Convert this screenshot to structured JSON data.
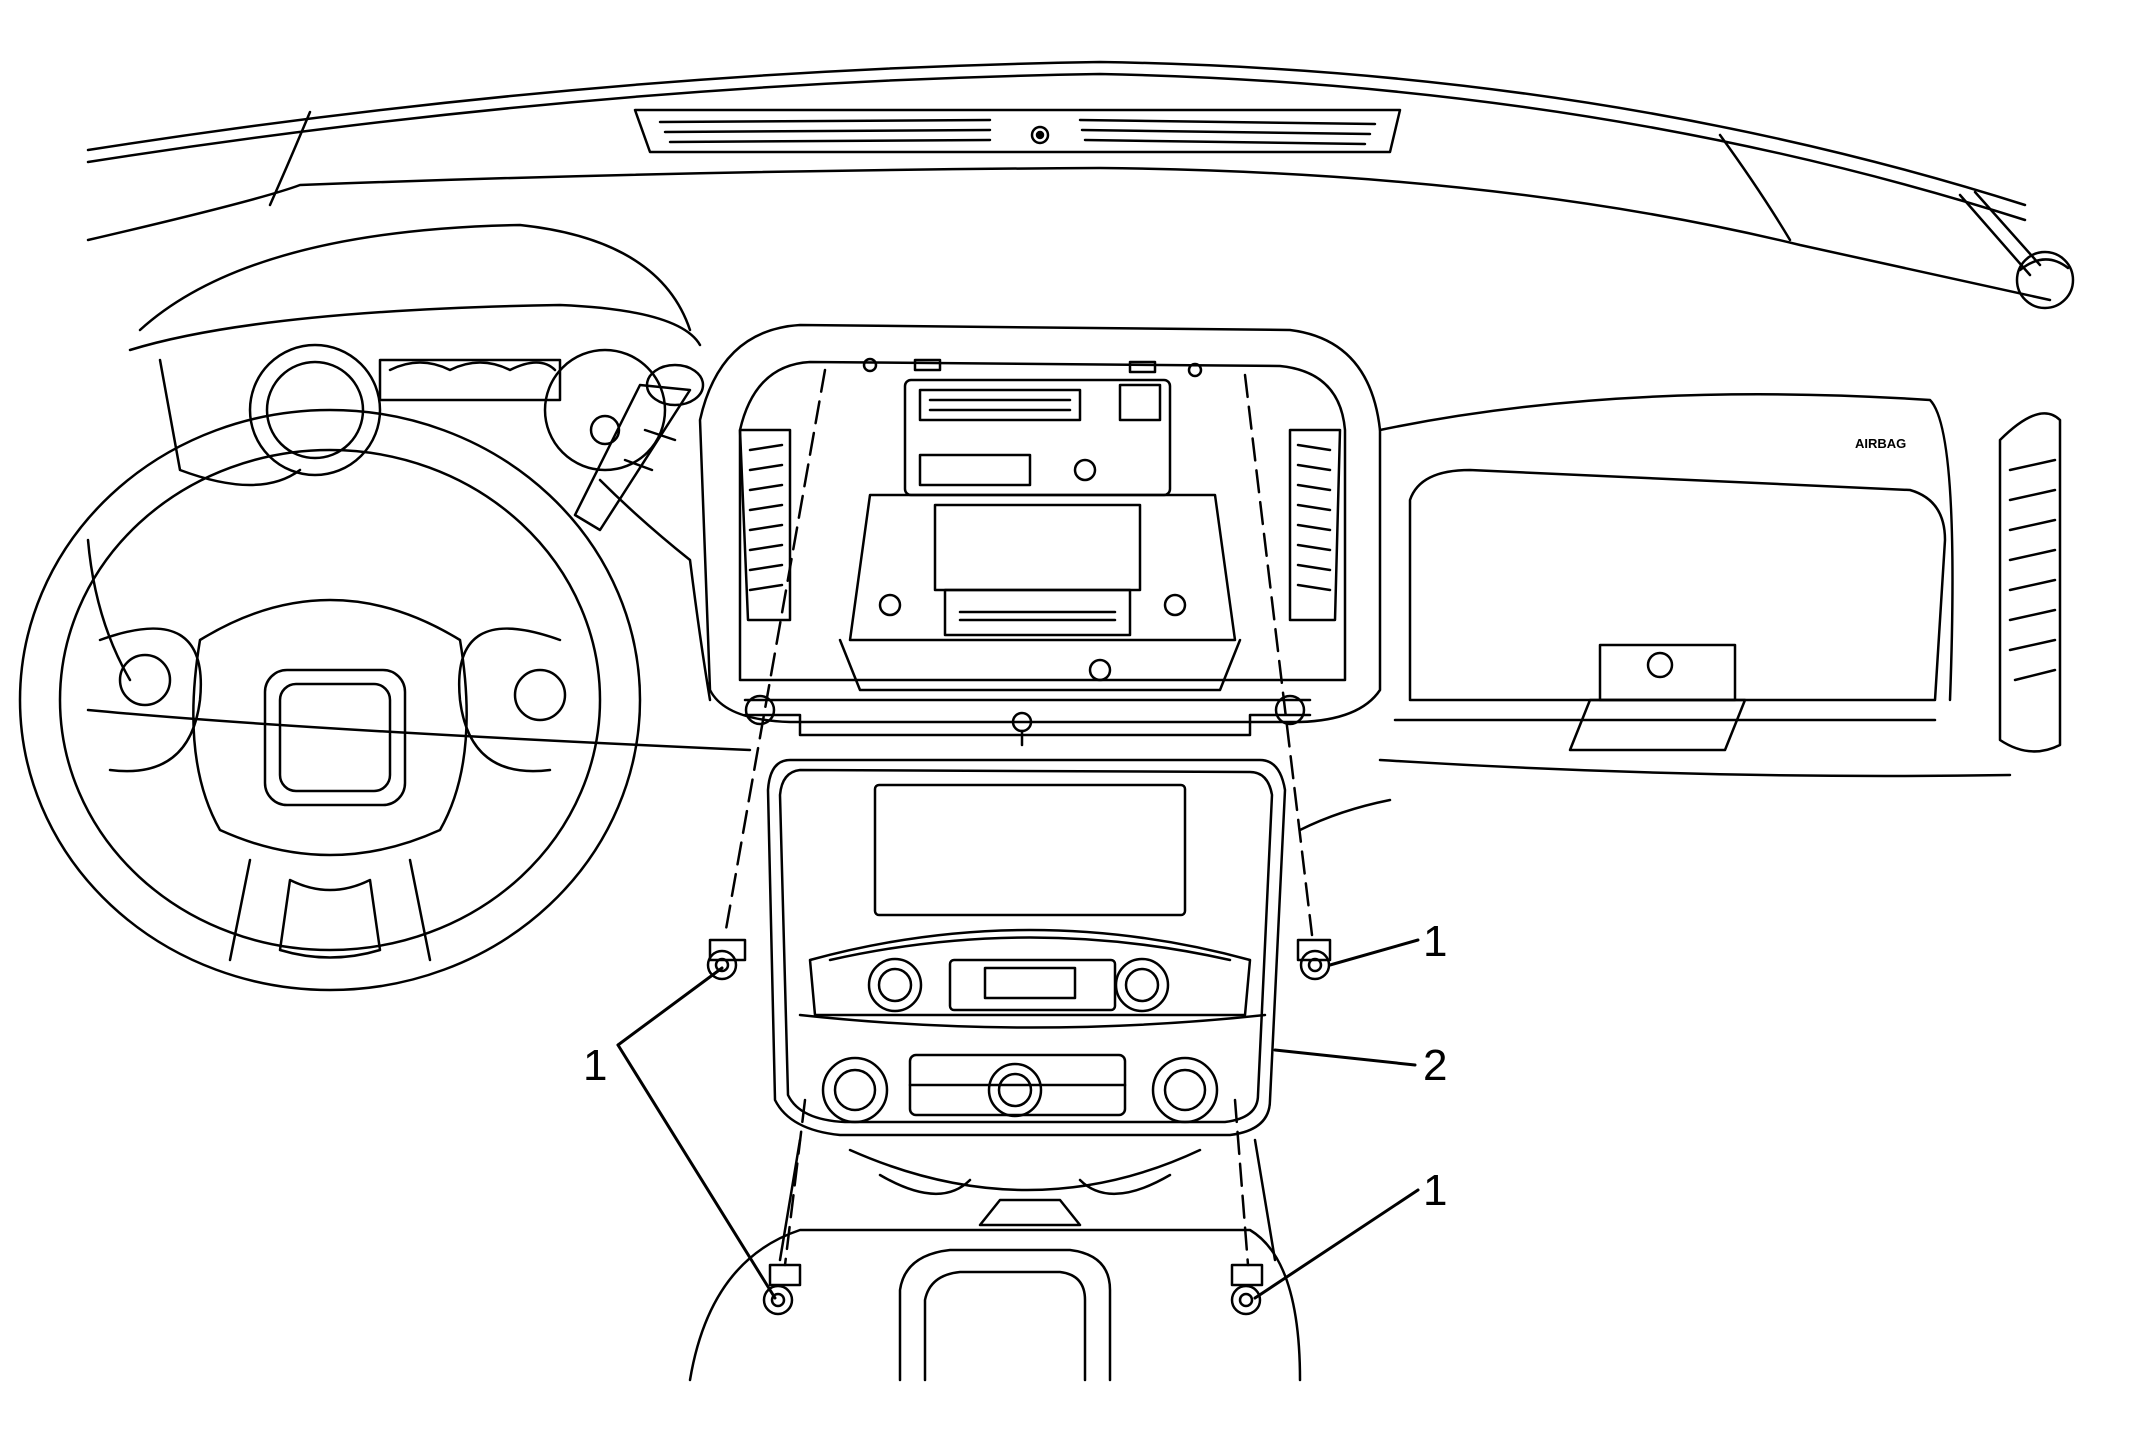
{
  "figure": {
    "airbag_text": "AIRBAG",
    "callouts": [
      {
        "id": "screw-upper-left",
        "label": "1"
      },
      {
        "id": "screw-upper-right",
        "label": "1"
      },
      {
        "id": "bezel",
        "label": "2"
      },
      {
        "id": "screw-lower-left",
        "label": "1"
      },
      {
        "id": "screw-lower-right",
        "label": "1"
      }
    ]
  },
  "colors": {
    "line": "#000000",
    "background": "#ffffff"
  }
}
